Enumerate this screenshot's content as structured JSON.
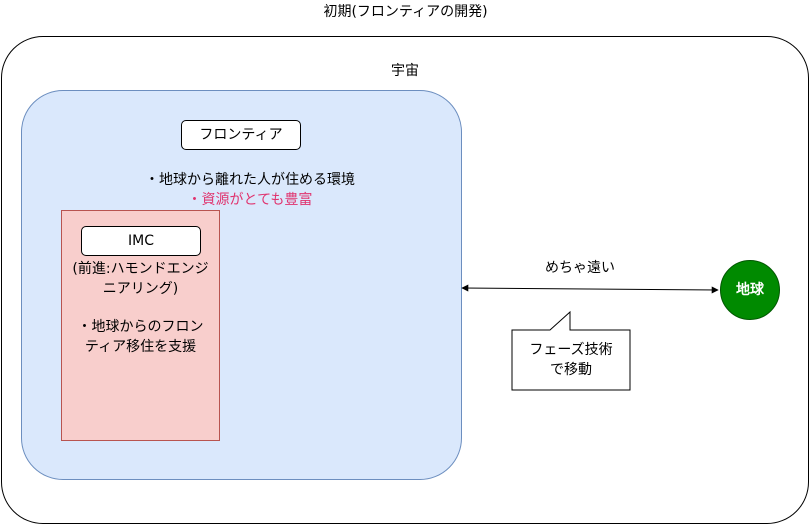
{
  "title": "初期(フロンティアの開発)",
  "universe": {
    "label": "宇宙"
  },
  "frontier": {
    "label": "フロンティア",
    "description": "・地球から離れた人が住める環境",
    "resource_note": "・資源がとても豊富"
  },
  "imc": {
    "label": "IMC",
    "predecessor": [
      "(前進:ハモンドエンジ",
      "ニアリング)"
    ],
    "description": [
      "・地球からのフロン",
      "ティア移住を支援"
    ]
  },
  "connection": {
    "label": "めちゃ遠い"
  },
  "earth": {
    "label": "地球"
  },
  "callout": {
    "lines": [
      "フェーズ技術",
      "で移動"
    ]
  },
  "colors": {
    "frontier_fill": "#dae8fc",
    "frontier_border": "#6c8ebf",
    "imc_fill": "#f8cecc",
    "imc_border": "#b85450",
    "earth_fill": "#008a00",
    "resource_text": "#e0336e"
  }
}
